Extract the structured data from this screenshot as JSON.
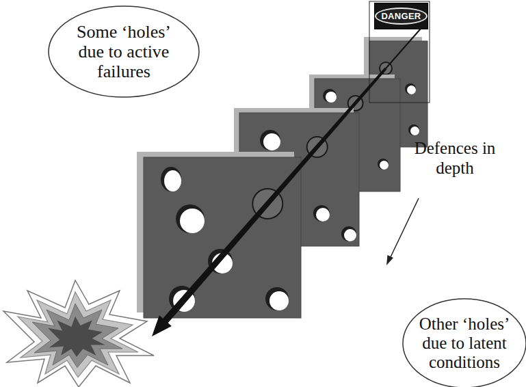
{
  "diagram": {
    "nodes": [
      {
        "text": [
          "Some ‘holes’ due to active failures"
        ]
      },
      {
        "text": [
          "DANGER"
        ]
      },
      {
        "text": [
          "Other ‘holes’ due to latent conditions"
        ]
      }
    ],
    "labels": [
      "Defences in depth"
    ]
  }
}
